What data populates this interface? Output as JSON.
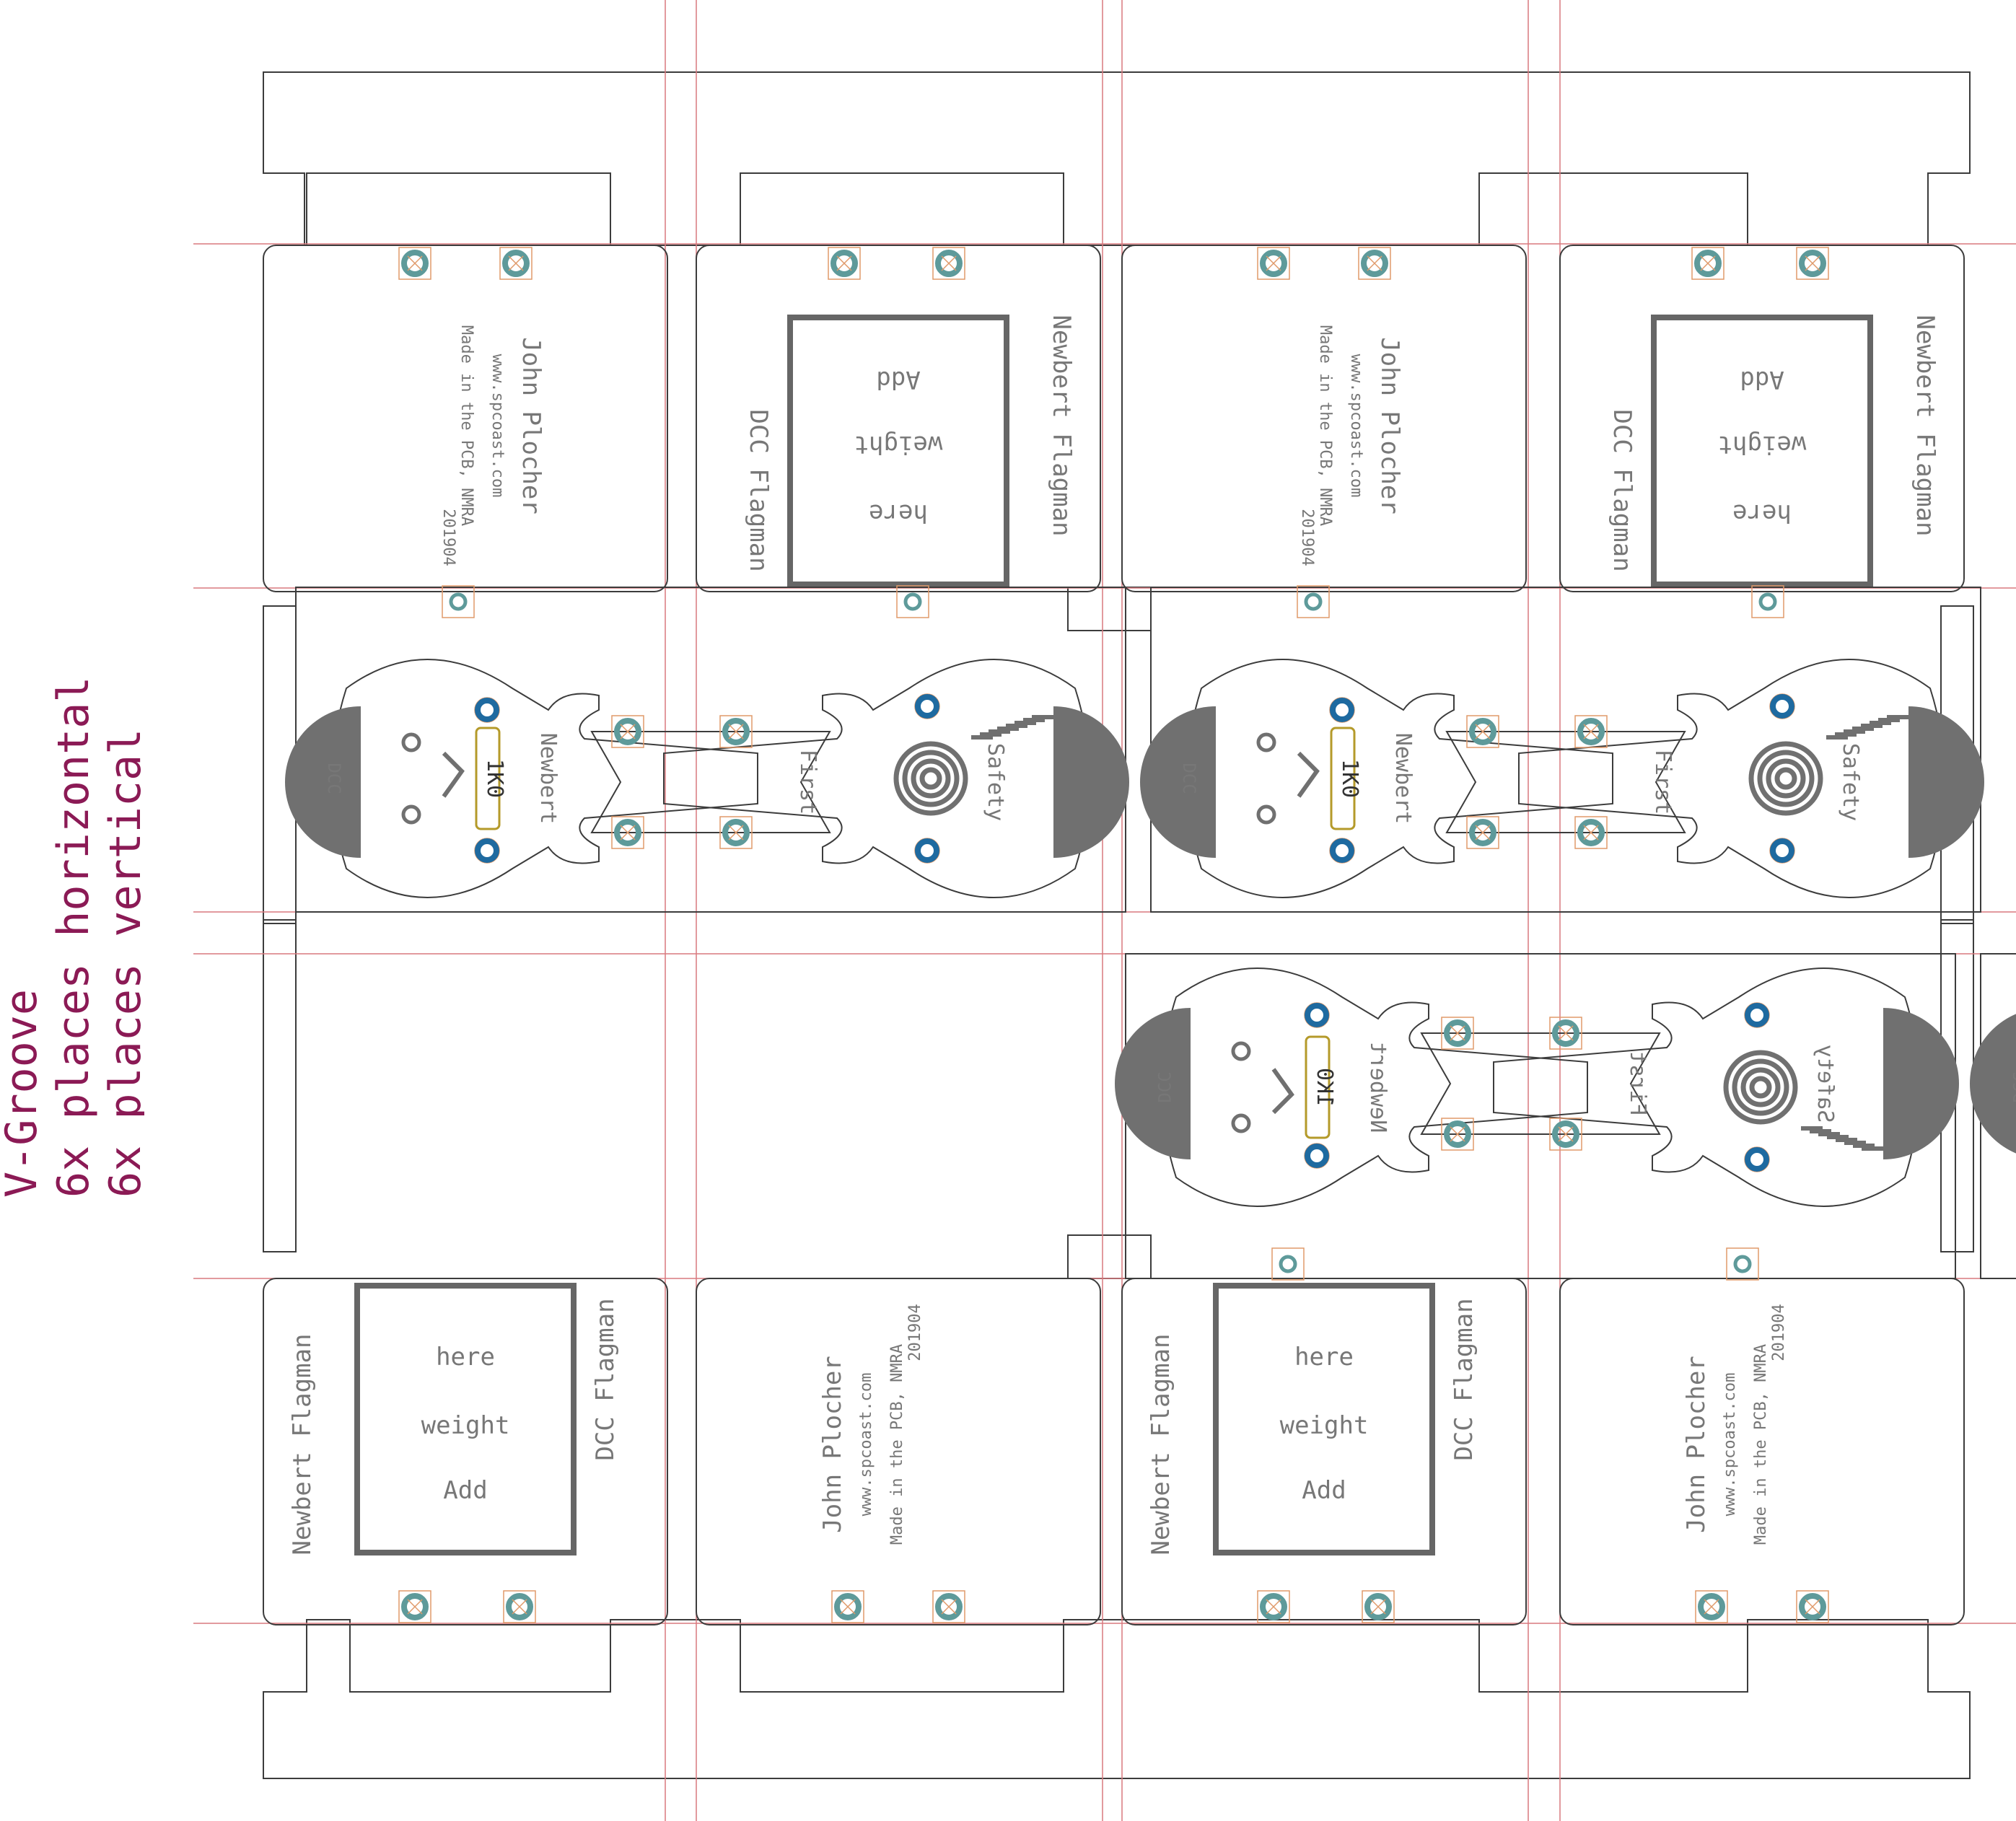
{
  "vgroove_note": {
    "line1": "V-Groove",
    "line2": "6x places horizontal",
    "line3": "6x places vertical",
    "color": "#8b1a55"
  },
  "colors": {
    "outline": "#3c3c3c",
    "groove": "#d9797f",
    "silk": "#777777",
    "pad_ring": "#5e9a9a",
    "pad_core": "#1e6aa0",
    "body_fill": "#707070",
    "tab_frame": "#e09a6a",
    "resistor": "#b49a2a"
  },
  "top_board": {
    "made_in_line1": "Made in the PCB, NMRA",
    "made_in_line2": "John Plocher",
    "made_in_line3": "www.spcoast.com",
    "date": "201904",
    "add": "Add",
    "weight": "weight",
    "here": "here",
    "title": "DCC Flagman",
    "subtitle": "Newbert Flagman"
  },
  "figure": {
    "left_label": "DCC",
    "newbert": "Newbert",
    "first": "First",
    "safety": "Safety",
    "resistor": "1K0"
  }
}
